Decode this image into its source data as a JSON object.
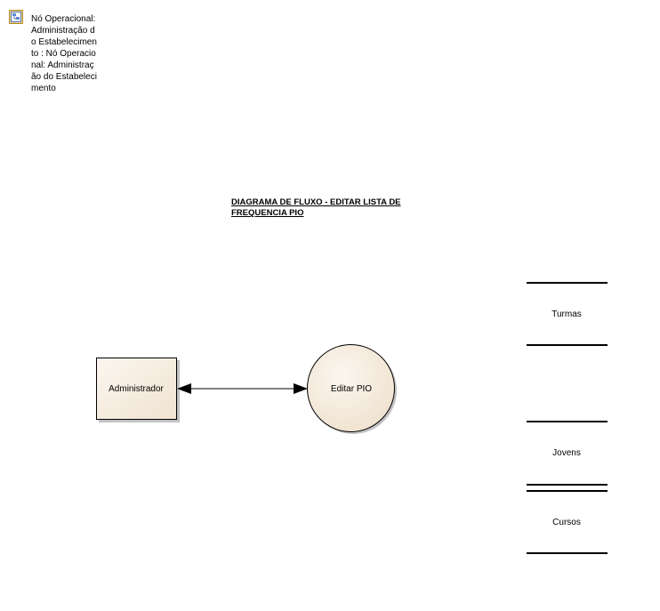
{
  "node": {
    "icon": "package-node-icon",
    "label": "Nó Operacional: Administração do Estabelecimento : Nó Operacional: Administração do Estabelecimento"
  },
  "title": {
    "line1": "DIAGRAMA DE FLUXO - EDITAR LISTA DE",
    "line2": "FREQUENCIA PIO"
  },
  "entity": {
    "label": "Administrador"
  },
  "process": {
    "label": "Editar PIO"
  },
  "stores": [
    {
      "label": "Turmas"
    },
    {
      "label": "Jovens"
    },
    {
      "label": "Cursos"
    }
  ],
  "colors": {
    "fill": "#f2e7d8",
    "fill_light": "#fbf6ef",
    "stroke": "#000000",
    "shadow": "#9a9a9a"
  }
}
